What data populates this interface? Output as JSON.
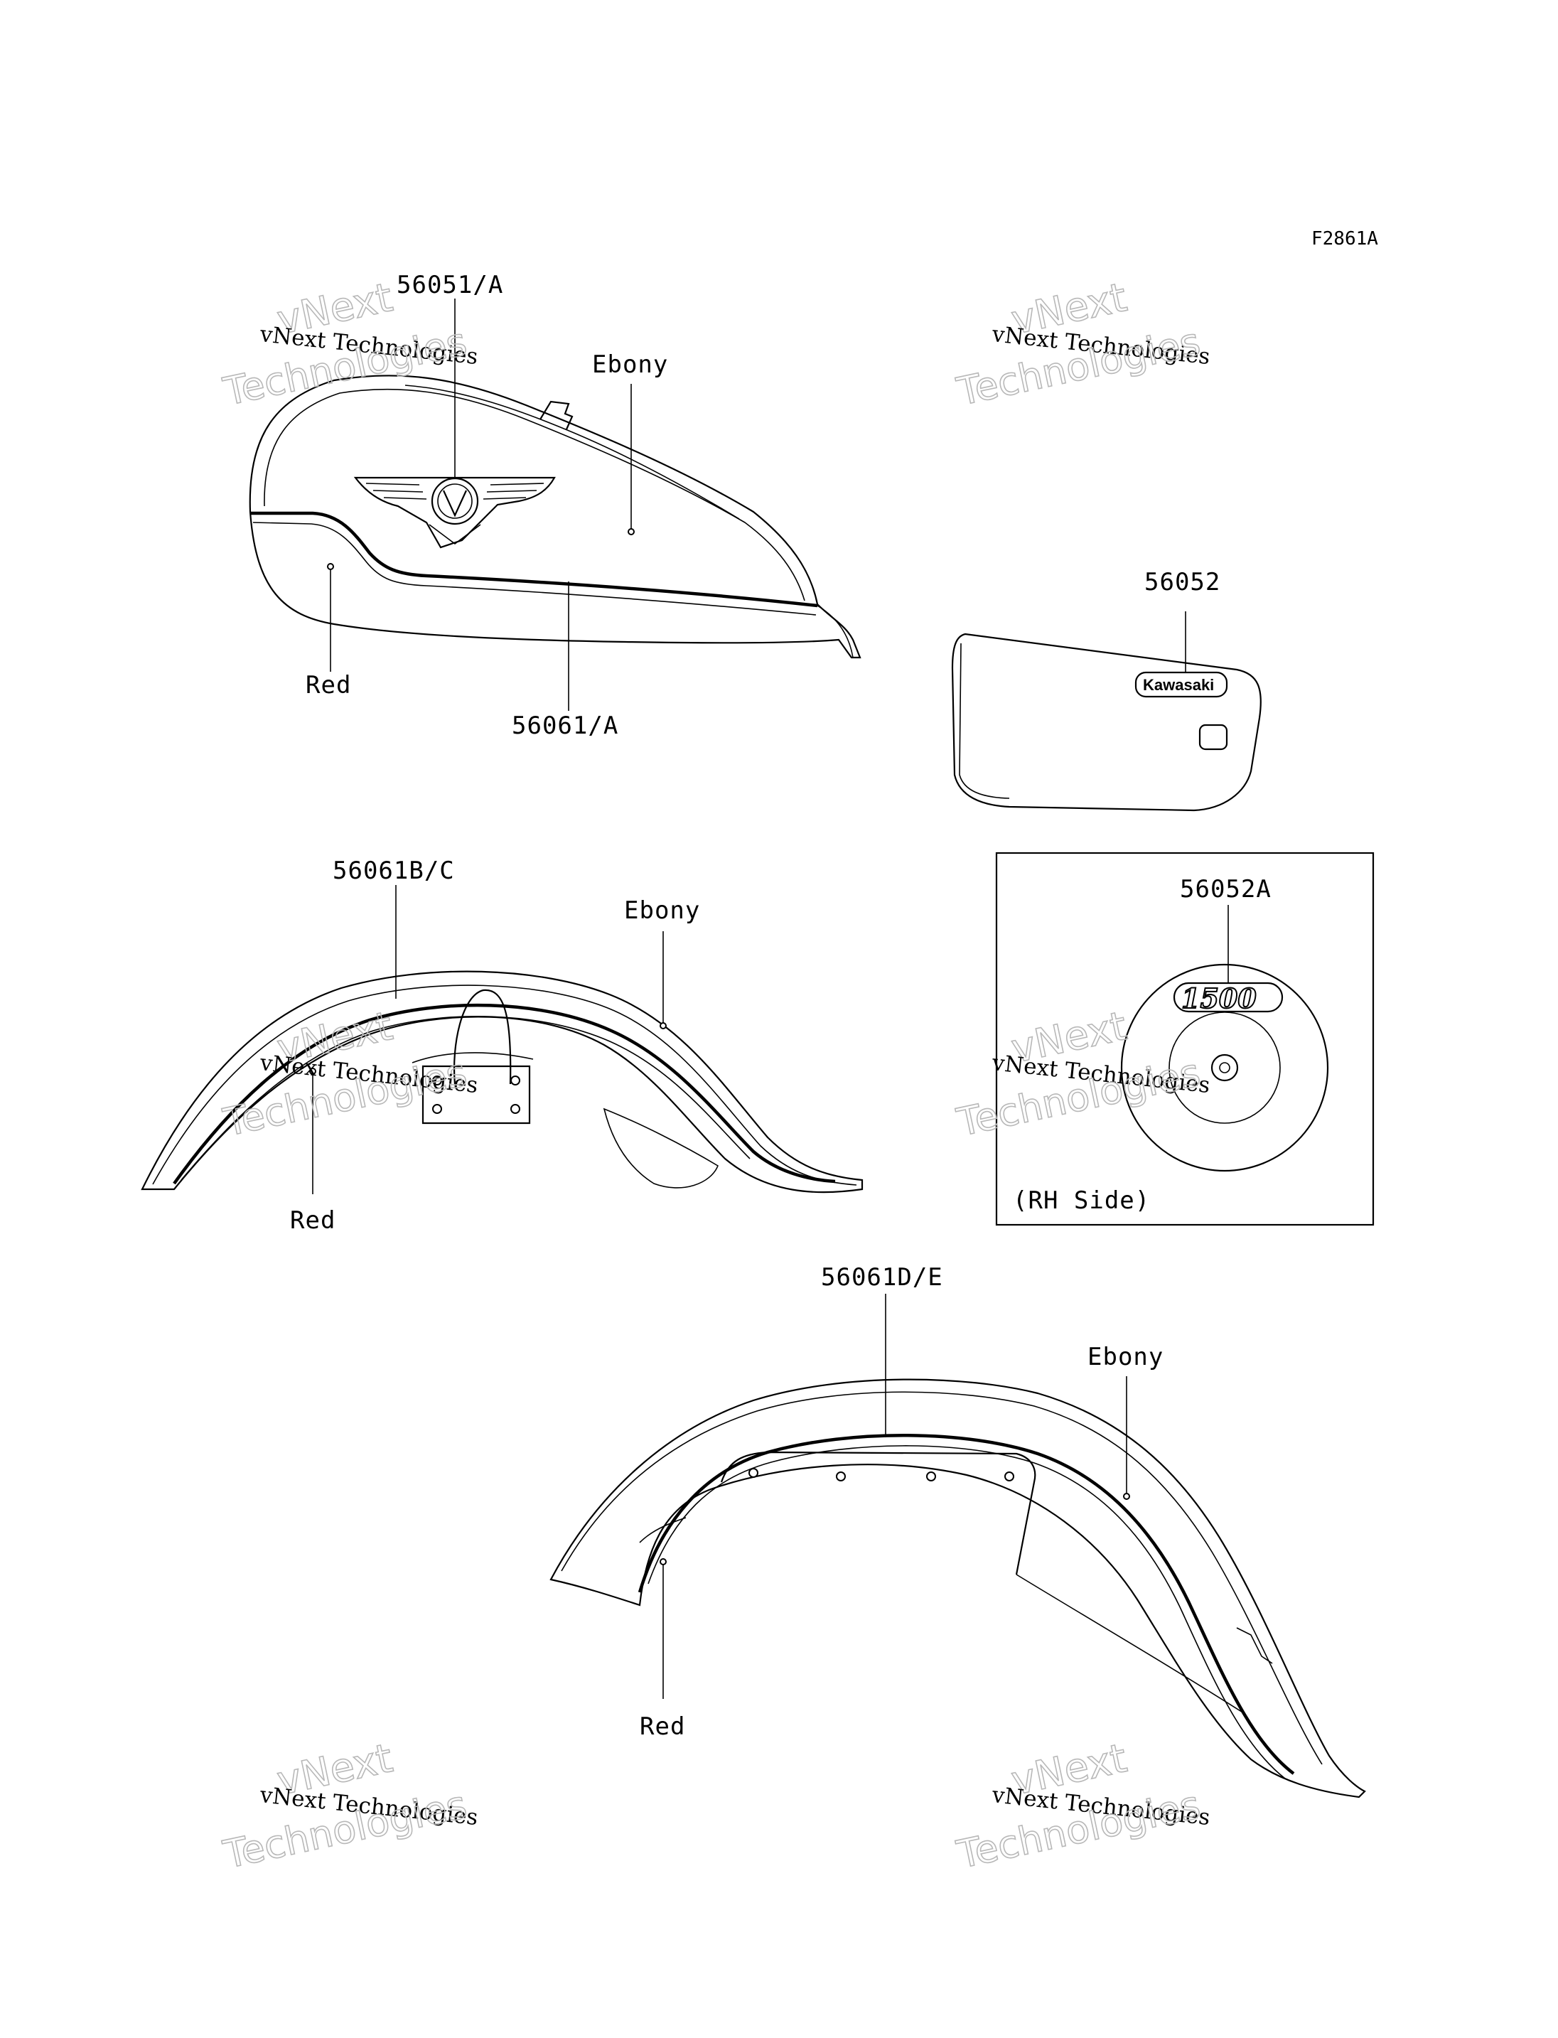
{
  "figure_code": "F2861A",
  "watermark": {
    "line1": "vNext",
    "line2": "vNext Technologies",
    "line3": "Technologies"
  },
  "callouts": {
    "tank_emblem": "56051/A",
    "tank_stripe": "56061/A",
    "tank_ebony": "Ebony",
    "tank_red": "Red",
    "side_cover": "56052",
    "side_cover_badge": "Kawasaki",
    "rh_emblem": "56052A",
    "rh_emblem_badge": "1500",
    "rh_side": "(RH Side)",
    "front_fender_stripe": "56061B/C",
    "front_fender_ebony": "Ebony",
    "front_fender_red": "Red",
    "rear_fender_stripe": "56061D/E",
    "rear_fender_ebony": "Ebony",
    "rear_fender_red": "Red"
  }
}
